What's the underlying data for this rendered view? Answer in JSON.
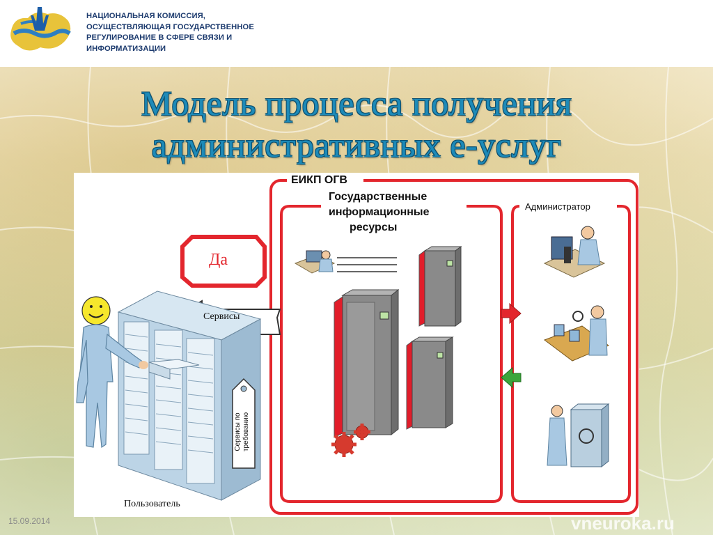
{
  "organization": {
    "lines": [
      "НАЦИОНАЛЬНАЯ КОМИССИЯ,",
      "ОСУЩЕСТВЛЯЮЩАЯ ГОСУДАРСТВЕННОЕ",
      "РЕГУЛИРОВАНИЕ В СФЕРЕ СВЯЗИ И",
      "ИНФОРМАТИЗАЦИИ"
    ]
  },
  "title": {
    "line1": "Модель процесса получения",
    "line2": "административных е-услуг"
  },
  "diagram": {
    "eikp_label": "ЕИКП ОГВ",
    "gov_resources_label": [
      "Государственные",
      "информационные",
      "ресурсы"
    ],
    "administrator_label": "Администратор",
    "yes_label": "Да",
    "services_label": "Сервисы",
    "on_demand_tag": [
      "Сервисы по",
      "требованию"
    ],
    "user_label": "Пользователь"
  },
  "footer": {
    "date": "15.09.2014",
    "watermark": "vneuroka.ru"
  },
  "colors": {
    "frame_red": "#e3262d",
    "title_blue": "#1d8ab8",
    "org_text": "#1d3b6e",
    "arrow_green": "#3ba53b"
  }
}
